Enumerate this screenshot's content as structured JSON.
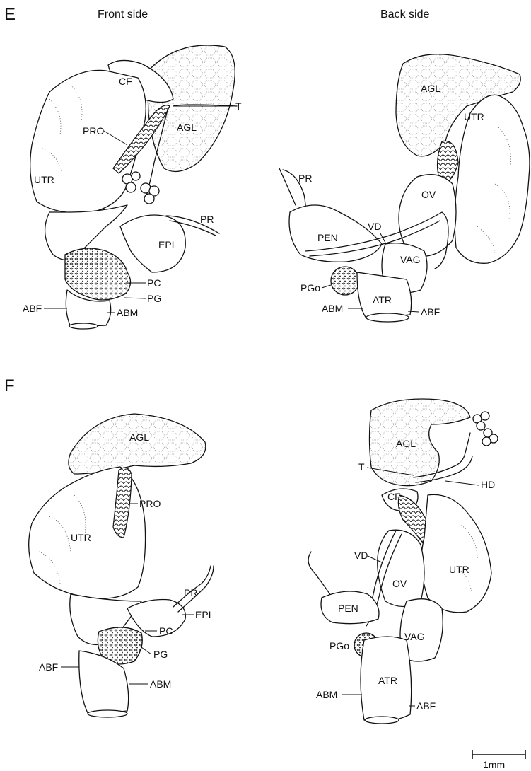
{
  "panels": [
    {
      "letter": "E",
      "sides": [
        "Front side",
        "Back side"
      ]
    },
    {
      "letter": "F"
    }
  ],
  "labels": {
    "E_front": [
      "CF",
      "T",
      "PRO",
      "AGL",
      "UTR",
      "PR",
      "EPI",
      "PC",
      "PG",
      "ABF",
      "ABM"
    ],
    "E_back": [
      "AGL",
      "UTR",
      "PR",
      "OV",
      "VD",
      "PEN",
      "VAG",
      "PGo",
      "ATR",
      "ABM",
      "ABF"
    ],
    "F_front": [
      "AGL",
      "PRO",
      "UTR",
      "PR",
      "EPI",
      "PC",
      "PG",
      "ABF",
      "ABM"
    ],
    "F_back": [
      "AGL",
      "T",
      "HD",
      "CF",
      "VD",
      "UTR",
      "OV",
      "PEN",
      "VAG",
      "PGo",
      "ATR",
      "ABM",
      "ABF"
    ]
  },
  "scale_bar": {
    "label": "1mm"
  }
}
